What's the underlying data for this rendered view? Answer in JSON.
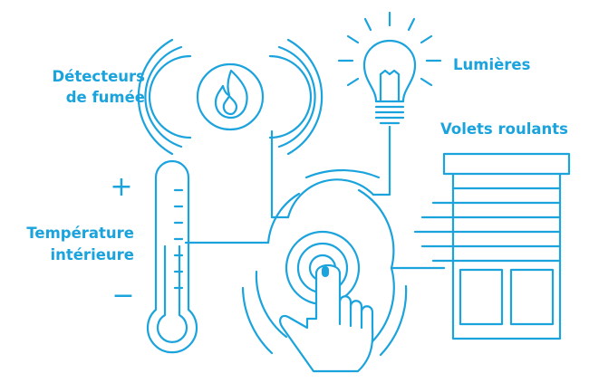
{
  "labels": {
    "smoke_detectors_line1": "Détecteurs",
    "smoke_detectors_line2": "de fumée",
    "lights": "Lumières",
    "shutters": "Volets roulants",
    "temperature_line1": "Température",
    "temperature_line2": "intérieure"
  },
  "thermometer_symbols": {
    "plus": "+",
    "minus": "−"
  },
  "colors": {
    "accent": "#1aa3dc",
    "background": "#ffffff"
  },
  "icons": [
    "flame-icon",
    "light-bulb-icon",
    "rolling-shutter-icon",
    "thermometer-icon",
    "touch-hand-icon"
  ]
}
